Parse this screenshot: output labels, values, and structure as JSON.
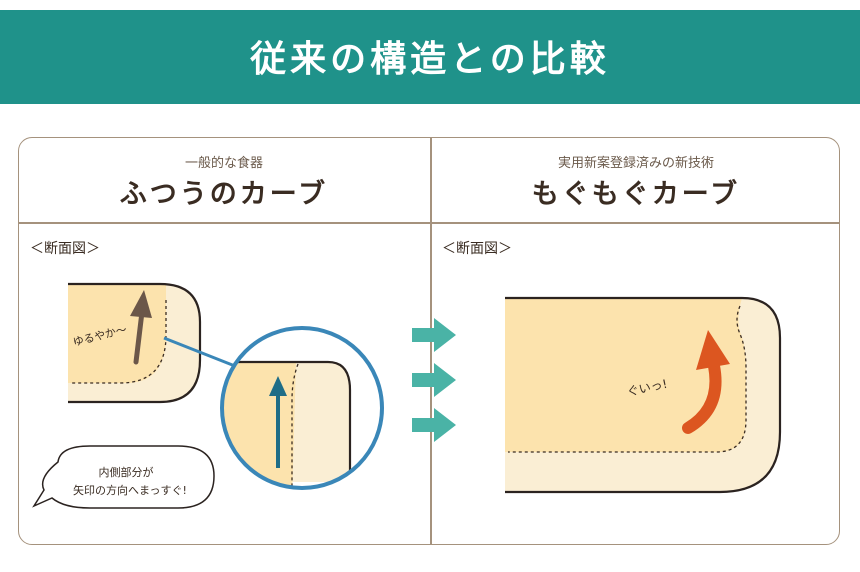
{
  "banner": {
    "title": "従来の構造との比較"
  },
  "left": {
    "subtitle": "一般的な食器",
    "title": "ふつうのカーブ",
    "section_label": "＜断面図＞",
    "annotation": "ゆるやか〜",
    "bubble_line1": "内側部分が",
    "bubble_line2": "矢印の方向へまっすぐ!"
  },
  "right": {
    "subtitle": "実用新案登録済みの新技術",
    "title": "もぐもぐカーブ",
    "section_label": "＜断面図＞",
    "annotation": "ぐいっ!"
  },
  "colors": {
    "banner": "#1f928a",
    "border": "#a5927d",
    "bowl_fill": "#fce3ad",
    "bowl_rim": "#faeed4",
    "arrow_teal": "#4ab3a6",
    "arrow_blue": "#1f6d87",
    "arrow_brown": "#6b5749",
    "arrow_orange": "#dc5620",
    "magnifier_ring": "#3a87b8"
  },
  "icons": [
    "right-arrow-icon",
    "up-arrow-icon",
    "curved-arrow-icon",
    "magnifier-icon",
    "speech-bubble-icon"
  ]
}
